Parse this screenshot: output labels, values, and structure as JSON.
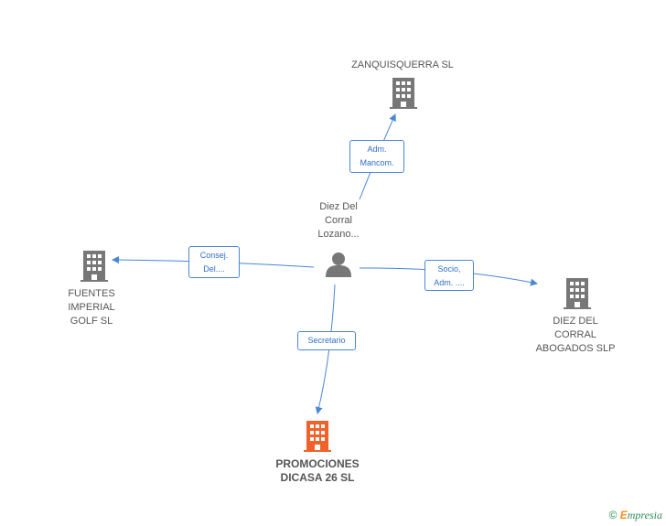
{
  "colors": {
    "edge": "#4a86d8",
    "building": "#777777",
    "building_main": "#f0622a",
    "person": "#777777"
  },
  "center": {
    "label": "Diez Del\nCorral\nLozano...",
    "icon": "person-icon"
  },
  "nodes": [
    {
      "id": "zanquisquerra",
      "label": "ZANQUISQUERRA SL",
      "icon": "building-icon"
    },
    {
      "id": "fuentes",
      "label": "FUENTES\nIMPERIAL\nGOLF SL",
      "icon": "building-icon"
    },
    {
      "id": "diez",
      "label": "DIEZ DEL\nCORRAL\nABOGADOS SLP",
      "icon": "building-icon"
    },
    {
      "id": "promociones",
      "label": "PROMOCIONES\nDICASA 26 SL",
      "icon": "building-icon"
    }
  ],
  "edges": [
    {
      "to": "zanquisquerra",
      "label": "Adm.\nMancom."
    },
    {
      "to": "fuentes",
      "label": "Consej.\nDel...."
    },
    {
      "to": "diez",
      "label": "Socio,\nAdm. ...."
    },
    {
      "to": "promociones",
      "label": "Secretario"
    }
  ],
  "footer": {
    "copyright": "©",
    "brand_initial": "E",
    "brand_rest": "mpresia"
  }
}
